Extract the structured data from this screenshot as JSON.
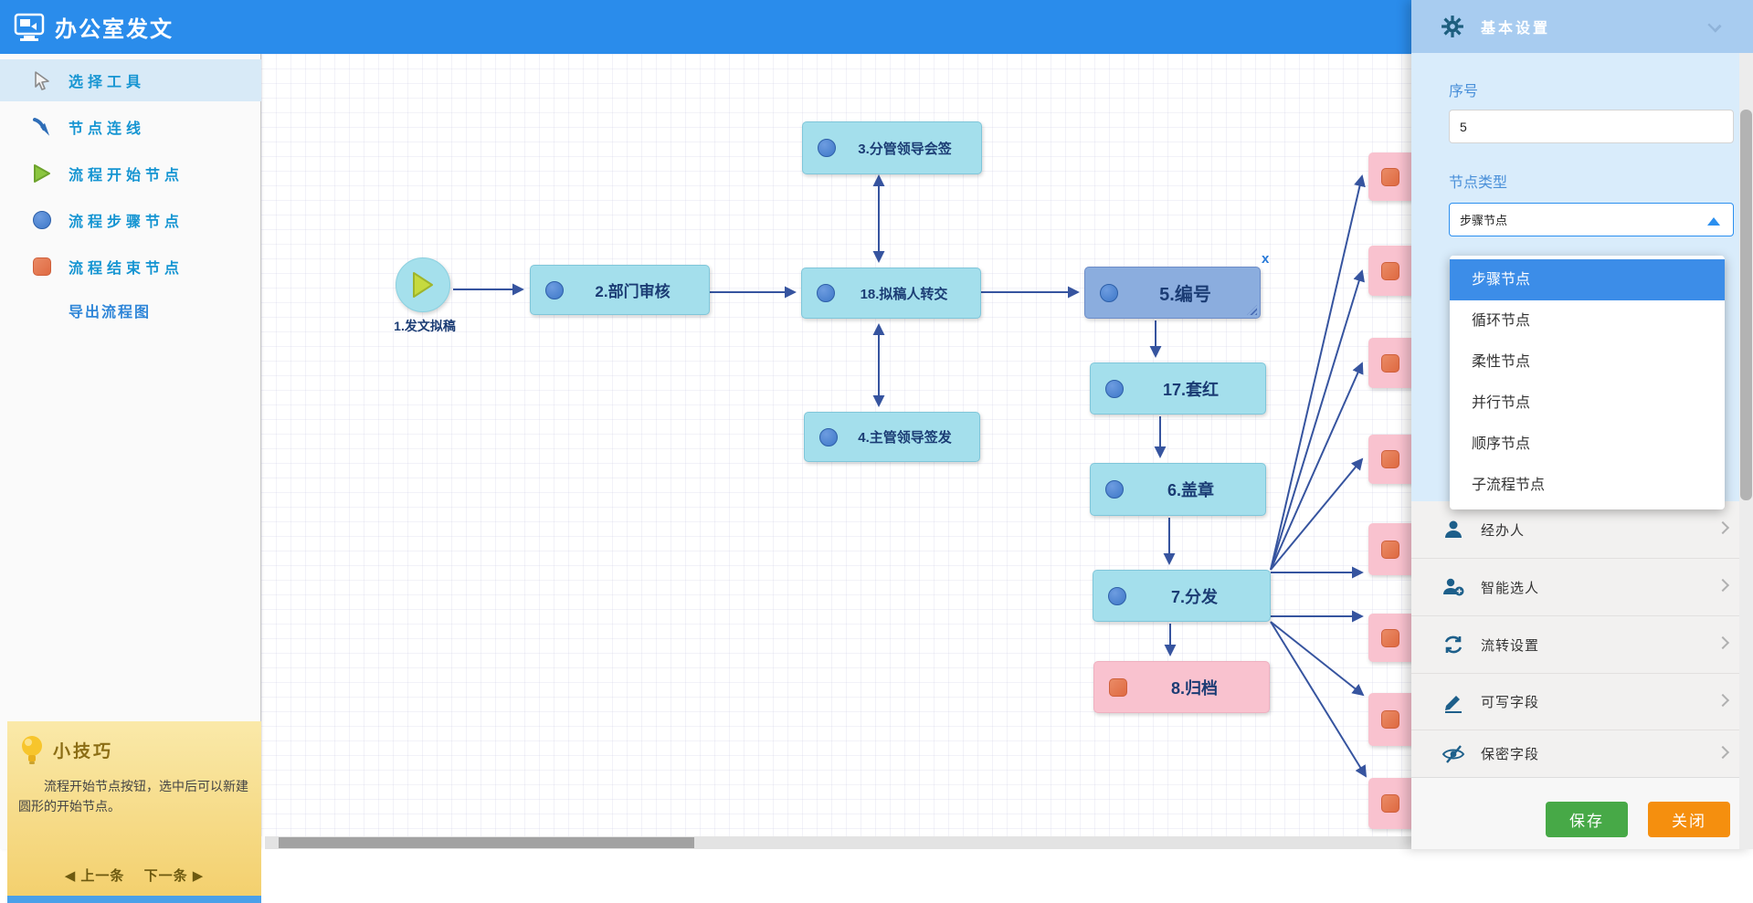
{
  "app": {
    "title": "办公室发文"
  },
  "sidebar": {
    "tools": [
      {
        "label": "选择工具",
        "icon": "cursor-icon",
        "active": true
      },
      {
        "label": "节点连线",
        "icon": "connect-arrow-icon",
        "active": false
      },
      {
        "label": "流程开始节点",
        "icon": "start-triangle-icon",
        "active": false
      },
      {
        "label": "流程步骤节点",
        "icon": "step-circle-icon",
        "active": false
      },
      {
        "label": "流程结束节点",
        "icon": "end-square-icon",
        "active": false
      }
    ],
    "export_label": "导出流程图",
    "tip": {
      "title": "小技巧",
      "body": "流程开始节点按钮，选中后可以新建圆形的开始节点。",
      "prev": "◀ 上一条",
      "next": "下一条 ▶"
    }
  },
  "canvas": {
    "start_node": {
      "label": "1.发文拟稿"
    },
    "nodes": [
      {
        "label": "2.部门审核",
        "type": "step"
      },
      {
        "label": "3.分管领导会签",
        "type": "step"
      },
      {
        "label": "18.拟稿人转交",
        "type": "step"
      },
      {
        "label": "4.主管领导签发",
        "type": "step"
      },
      {
        "label": "5.编号",
        "type": "step",
        "selected": true
      },
      {
        "label": "17.套红",
        "type": "step"
      },
      {
        "label": "6.盖章",
        "type": "step"
      },
      {
        "label": "7.分发",
        "type": "step"
      },
      {
        "label": "8.归档",
        "type": "end"
      }
    ],
    "close_glyph": "x",
    "connections": [
      "1.发文拟稿→2.部门审核",
      "2.部门审核→18.拟稿人转交",
      "18.拟稿人转交↔3.分管领导会签",
      "18.拟稿人转交↔4.主管领导签发",
      "18.拟稿人转交→5.编号",
      "5.编号→17.套红",
      "17.套红→6.盖章",
      "6.盖章→7.分发",
      "7.分发→8.归档",
      "7.分发→右侧结束节点×8"
    ]
  },
  "panel": {
    "header": "基本设置",
    "fields": {
      "seq_label": "序号",
      "seq_value": "5",
      "type_label": "节点类型",
      "type_value": "步骤节点"
    },
    "dropdown": {
      "options": [
        "步骤节点",
        "循环节点",
        "柔性节点",
        "并行节点",
        "顺序节点",
        "子流程节点"
      ],
      "selected": "步骤节点"
    },
    "sections": [
      {
        "label": "经办人",
        "icon": "user-icon"
      },
      {
        "label": "智能选人",
        "icon": "user-add-icon"
      },
      {
        "label": "流转设置",
        "icon": "refresh-icon"
      },
      {
        "label": "可写字段",
        "icon": "pencil-icon"
      },
      {
        "label": "保密字段",
        "icon": "eye-off-icon"
      }
    ],
    "buttons": {
      "save": "保存",
      "close": "关闭"
    }
  },
  "colors": {
    "header_blue": "#2a8ceb",
    "tool_text": "#1695d2",
    "node_step_bg": "#a4dfec",
    "node_selected_bg": "#8badde",
    "node_end_bg": "#f9c2cf",
    "edge": "#36549f",
    "panel_header_bg": "#a8ccf0",
    "field_label": "#4a90d9",
    "dropdown_selected_bg": "#3c8de8",
    "save_green": "#47a947",
    "close_orange": "#f58f0e"
  }
}
